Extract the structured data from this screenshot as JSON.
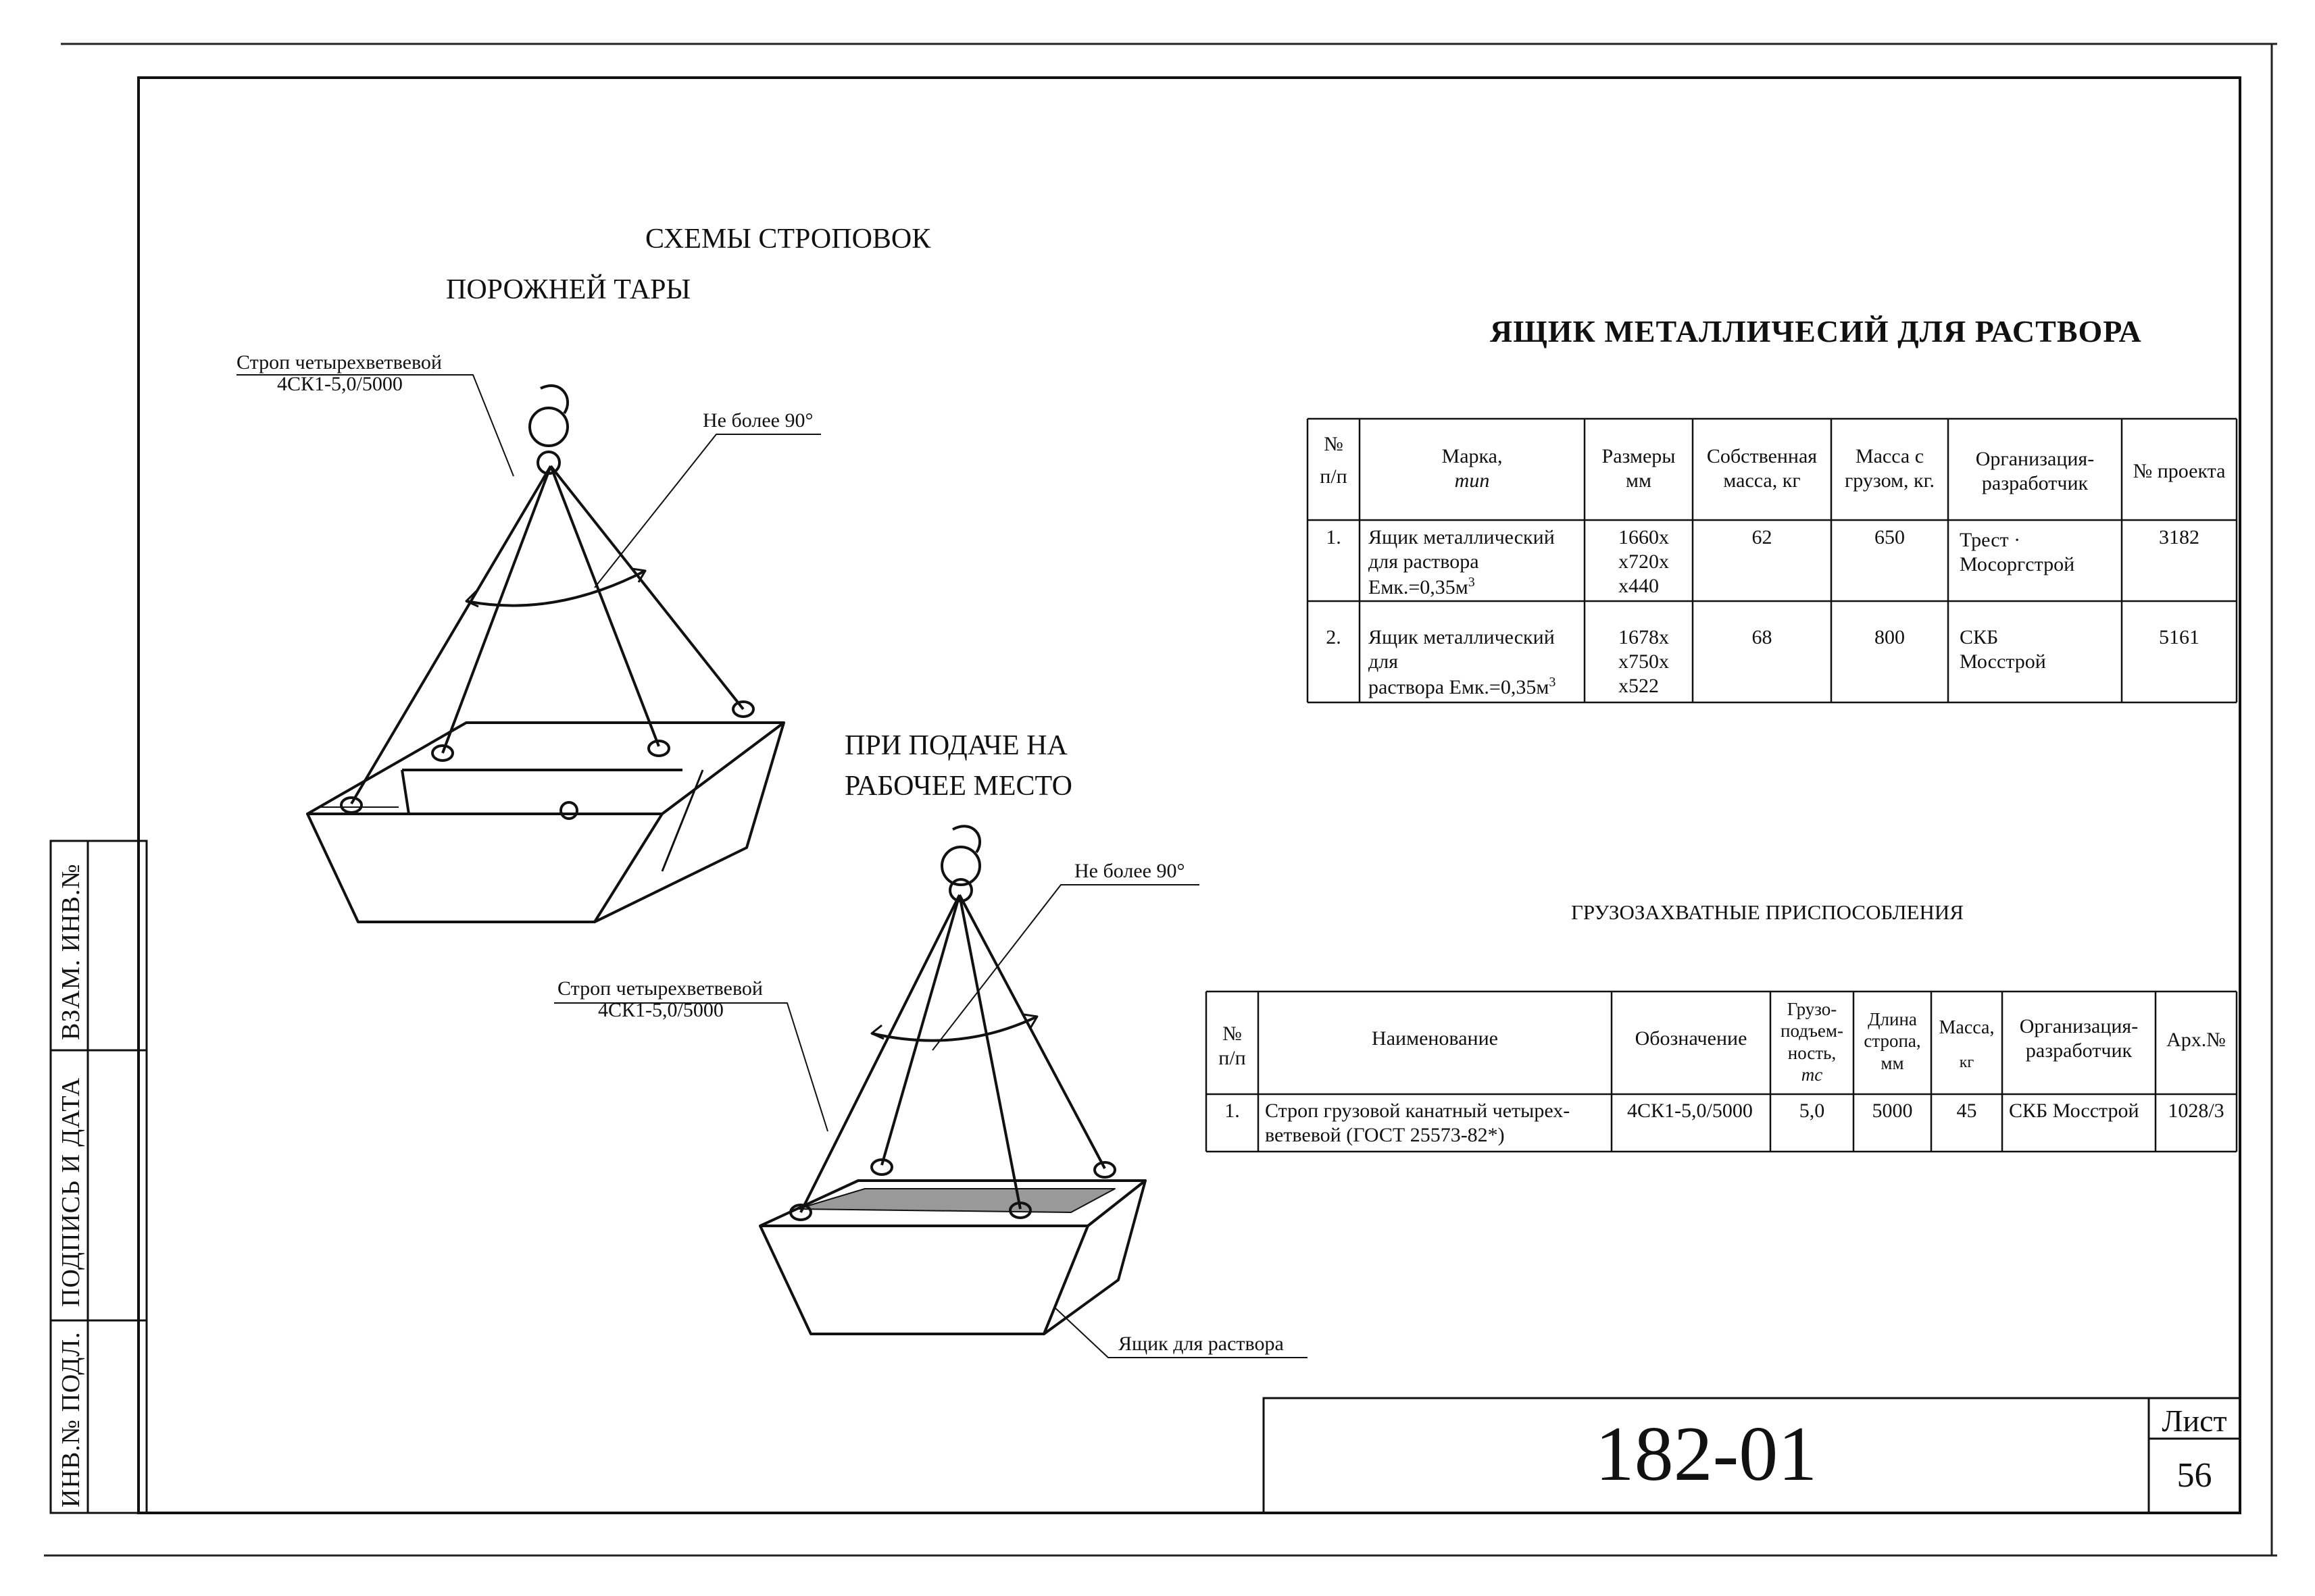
{
  "header": {
    "scheme_title_1": "СХЕМЫ СТРОПОВОК",
    "scheme_title_2": "ПОРОЖНЕЙ ТАРЫ",
    "main_title": "ЯЩИК МЕТАЛЛИЧЕСИЙ ДЛЯ РАСТВОРА",
    "workplace_1": "ПРИ ПОДАЧЕ НА",
    "workplace_2": "РАБОЧЕЕ МЕСТО"
  },
  "callouts": {
    "sling_top_1": "Строп четырехветвевой",
    "sling_top_2": "4СК1-5,0/5000",
    "angle_top": "Не более 90°",
    "angle_bottom": "Не более 90°",
    "sling_bottom_1": "Строп четырехветвевой",
    "sling_bottom_2": "4СК1-5,0/5000",
    "box_label": "Ящик для раствора"
  },
  "box_table": {
    "headers": {
      "num_1": "№",
      "num_2": "п/п",
      "mark_1": "Марка,",
      "mark_2": "тип",
      "size_1": "Размеры",
      "size_2": "мм",
      "own_1": "Собственная",
      "own_2": "масса, кг",
      "load_1": "Масса с",
      "load_2": "грузом, кг.",
      "org_1": "Организация-",
      "org_2": "разработчик",
      "proj": "№ проекта"
    },
    "rows": [
      {
        "num": "1.",
        "mark_1": "Ящик металлический",
        "mark_2": "для раствора",
        "mark_3": "Емк.=0,35м",
        "sup": "3",
        "size_1": "1660х",
        "size_2": "х720х",
        "size_3": "х440",
        "own": "62",
        "load": "650",
        "org_1": "Трест ·",
        "org_2": "Мосоргстрой",
        "proj": "3182"
      },
      {
        "num": "2.",
        "mark_1": "Ящик металлический",
        "mark_2": "для",
        "mark_3": "раствора Емк.=0,35м",
        "sup": "3",
        "size_1": "1678х",
        "size_2": "х750х",
        "size_3": "х522",
        "own": "68",
        "load": "800",
        "org_1": "СКБ",
        "org_2": "Мосстрой",
        "proj": "5161"
      }
    ]
  },
  "gear_title": "ГРУЗОЗАХВАТНЫЕ ПРИСПОСОБЛЕНИЯ",
  "gear_table": {
    "headers": {
      "num_1": "№",
      "num_2": "п/п",
      "name": "Наименование",
      "code": "Обозначение",
      "cap_1": "Грузо-",
      "cap_2": "подъем-",
      "cap_3": "ность,",
      "cap_4": "тс",
      "len_1": "Длина",
      "len_2": "стропа,",
      "len_3": "мм",
      "mass_1": "Масса,",
      "mass_2": "кг",
      "org_1": "Организация-",
      "org_2": "разработчик",
      "arch": "Арх.№"
    },
    "row": {
      "num": "1.",
      "name_1": "Строп грузовой канатный четырех-",
      "name_2": "ветвевой (ГОСТ 25573-82*)",
      "code": "4СК1-5,0/5000",
      "cap": "5,0",
      "len": "5000",
      "mass": "45",
      "org": "СКБ Мосстрой",
      "arch": "1028/3"
    }
  },
  "title_block": {
    "code": "182-01",
    "sheet_label": "Лист",
    "sheet_number": "56"
  },
  "side_stamp": {
    "swap_inv": "ВЗАМ. ИНВ.№",
    "sign_date": "ПОДПИСЬ И ДАТА",
    "orig_inv": "ИНВ.№ ПОДЛ."
  }
}
